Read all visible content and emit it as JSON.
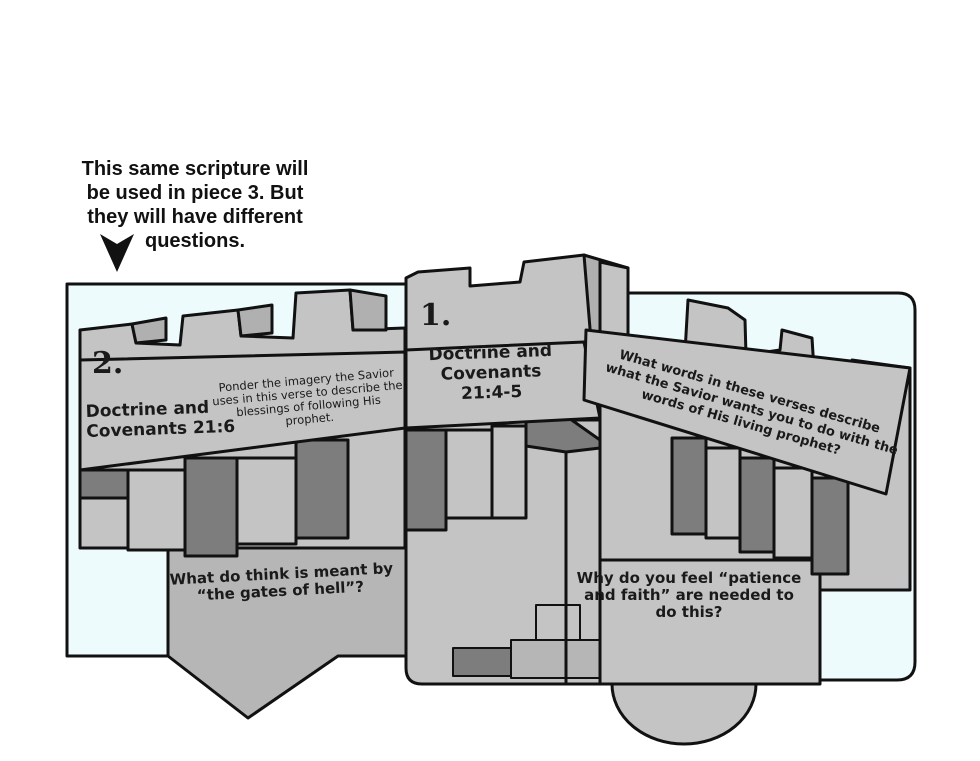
{
  "note": {
    "lines": [
      "This same scripture will",
      "be used in piece 3. But",
      "they will have different",
      "questions."
    ]
  },
  "piece1": {
    "number": "1.",
    "title_lines": [
      "Doctrine and",
      "Covenants",
      "21:4-5"
    ],
    "question_lines": [
      "What words in these verses describe",
      "what the Savior wants you to do with the",
      "words of His living prophet?"
    ],
    "lower_question_lines": [
      "Why do you feel “patience",
      "and faith” are needed to",
      "do this?"
    ]
  },
  "piece2": {
    "number": "2.",
    "title_lines": [
      "Doctrine and",
      "Covenants 21:6"
    ],
    "question_lines": [
      "Ponder the imagery the Savior",
      "uses in this verse to describe the",
      "blessings of following His",
      "prophet."
    ],
    "lower_question_lines": [
      "What do think is meant by",
      "“the gates of hell”?"
    ]
  },
  "colors": {
    "background_panel": "#eefbfd",
    "stone_light": "#c4c4c4",
    "stone_mid": "#b6b6b6",
    "stone_dark": "#7d7d7d",
    "outline": "#111111"
  }
}
